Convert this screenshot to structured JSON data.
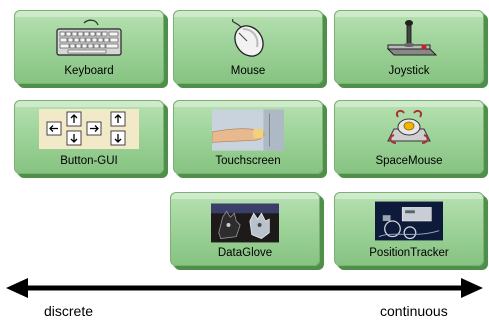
{
  "devices": {
    "keyboard": {
      "label": "Keyboard",
      "icon": "keyboard-icon"
    },
    "mouse": {
      "label": "Mouse",
      "icon": "mouse-icon"
    },
    "joystick": {
      "label": "Joystick",
      "icon": "joystick-icon"
    },
    "button_gui": {
      "label": "Button-GUI",
      "icon": "arrow-buttons-icon"
    },
    "touchscreen": {
      "label": "Touchscreen",
      "icon": "touchscreen-icon"
    },
    "spacemouse": {
      "label": "SpaceMouse",
      "icon": "spacemouse-icon"
    },
    "dataglove": {
      "label": "DataGlove",
      "icon": "dataglove-icon"
    },
    "positiontracker": {
      "label": "PositionTracker",
      "icon": "position-tracker-icon"
    }
  },
  "axis": {
    "left_label": "discrete",
    "right_label": "continuous"
  },
  "colors": {
    "tile": "#9dd298",
    "tile_shadow": "#4e8f4a",
    "arrow": "#000000"
  }
}
